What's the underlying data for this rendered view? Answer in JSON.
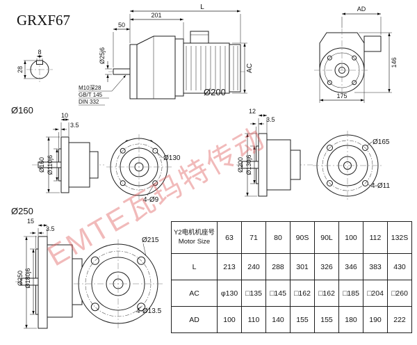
{
  "title": "GRXF67",
  "watermark": "EMTE瓦玛特传动",
  "colors": {
    "line": "#1c1c1c",
    "watermark": "#e05c5c"
  },
  "views": {
    "shaft_section": {
      "width": "8",
      "height": "28"
    },
    "main_side": {
      "dim_201": "201",
      "dim_L": "L",
      "dim_50": "50",
      "dim_shaft_dia": "Ø25j6",
      "dim_AC": "AC",
      "note_tap": "M10深28",
      "note_gb": "GB/T 145",
      "note_din": "DIN 332",
      "dim_flange_dia": "Ø200"
    },
    "main_front": {
      "dim_AD": "AD",
      "dim_146": "146",
      "dim_175": "175"
    },
    "flange160_side": {
      "row_label": "Ø160",
      "dim_10": "10",
      "dim_3_5": "3.5",
      "dim_od": "Ø160",
      "dim_spigot": "Ø110j6"
    },
    "flange160_front": {
      "dim_bolt_circle": "Ø130",
      "dim_holes": "4-Ø9"
    },
    "flange200_side": {
      "dim_12": "12",
      "dim_3_5": "3.5",
      "dim_od": "Ø200",
      "dim_spigot": "Ø130j6"
    },
    "flange200_front": {
      "dim_bolt_circle": "Ø165",
      "dim_holes": "4-Ø11"
    },
    "flange250_side": {
      "row_label": "Ø250",
      "dim_15": "15",
      "dim_3_5": "3.5",
      "dim_od": "Ø250",
      "dim_spigot": "Ø180j6"
    },
    "flange250_front": {
      "dim_bolt_circle": "Ø215",
      "dim_holes": "4-Ø13.5"
    }
  },
  "table": {
    "header_cn": "Y2电机机座号",
    "header_en": "Motor Size",
    "columns": [
      "63",
      "71",
      "80",
      "90S",
      "90L",
      "100",
      "112",
      "132S"
    ],
    "rows": [
      {
        "label": "L",
        "values": [
          "213",
          "240",
          "288",
          "301",
          "326",
          "346",
          "383",
          "430"
        ]
      },
      {
        "label": "AC",
        "values": [
          "φ130",
          "□135",
          "□145",
          "□162",
          "□162",
          "□185",
          "□204",
          "□260"
        ]
      },
      {
        "label": "AD",
        "values": [
          "100",
          "110",
          "140",
          "155",
          "155",
          "180",
          "190",
          "222"
        ]
      }
    ]
  }
}
